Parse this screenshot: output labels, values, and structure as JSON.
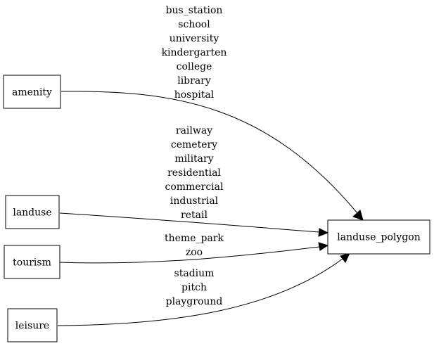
{
  "nodes": {
    "amenity": "amenity",
    "landuse": "landuse",
    "tourism": "tourism",
    "leisure": "leisure",
    "target": "landuse_polygon"
  },
  "edges": {
    "amenity": [
      "bus_station",
      "school",
      "university",
      "kindergarten",
      "college",
      "library",
      "hospital"
    ],
    "landuse": [
      "railway",
      "cemetery",
      "military",
      "residential",
      "commercial",
      "industrial",
      "retail"
    ],
    "tourism": [
      "theme_park",
      "zoo"
    ],
    "leisure": [
      "stadium",
      "pitch",
      "playground"
    ]
  }
}
